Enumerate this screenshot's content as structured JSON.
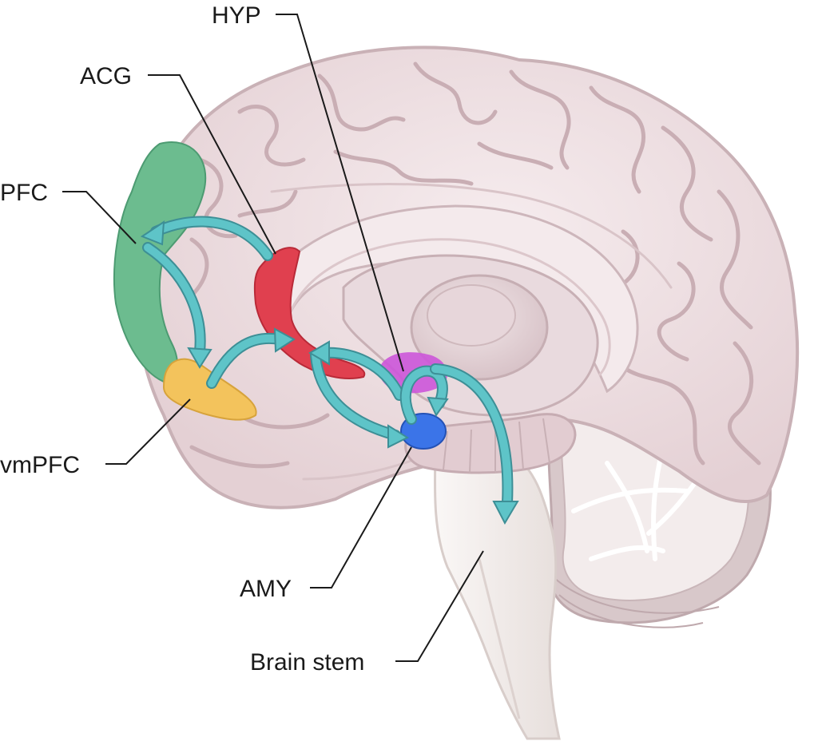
{
  "labels": {
    "hyp": "HYP",
    "acg": "ACG",
    "pfc": "PFC",
    "vmpfc": "vmPFC",
    "amy": "AMY",
    "brain_stem": "Brain stem"
  },
  "colors": {
    "cortex": "#eddfe1",
    "pfc": "#6cbc8f",
    "vmpfc": "#f3c35c",
    "acg": "#e0404f",
    "hyp": "#cc55d9",
    "amy": "#3b74e8",
    "arrow": "#5ec4c8",
    "brain_stem": "#f4f0ee",
    "cerebellum": "#d9cccc"
  }
}
